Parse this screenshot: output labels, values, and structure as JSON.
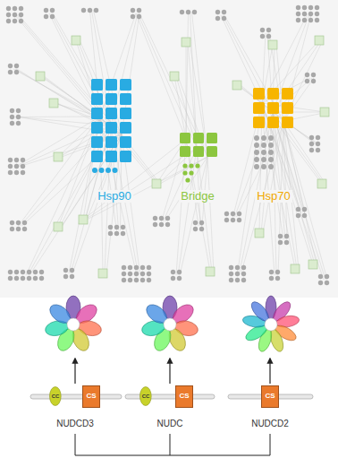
{
  "diagram": {
    "nodes": [
      {
        "text": [
          "CC"
        ]
      },
      {
        "text": [
          "CS"
        ]
      },
      {
        "text": [
          "CC"
        ]
      },
      {
        "text": [
          "CS"
        ]
      },
      {
        "text": [
          "CS"
        ]
      }
    ],
    "labels": [
      "Hsp90",
      "Bridge",
      "Hsp70",
      "NUDCD3",
      "NUDC",
      "NUDCD2"
    ]
  }
}
